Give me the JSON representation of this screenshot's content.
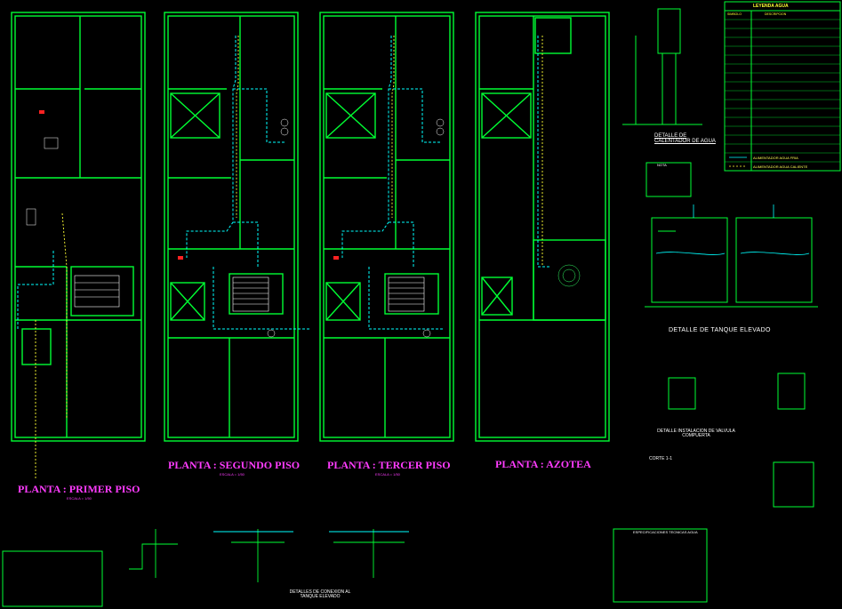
{
  "plans": [
    {
      "title": "PLANTA : PRIMER PISO",
      "scale": "ESCALA = 1/50"
    },
    {
      "title": "PLANTA : SEGUNDO PISO",
      "scale": "ESCALA = 1/50"
    },
    {
      "title": "PLANTA : TERCER PISO",
      "scale": "ESCALA = 1/50"
    },
    {
      "title": "PLANTA : AZOTEA",
      "scale": ""
    }
  ],
  "legend": {
    "title": "LEYENDA AGUA",
    "col_symbol": "SIMBOLO",
    "col_desc": "DESCRIPCION",
    "rows": [
      "",
      "",
      "",
      "",
      "",
      "",
      "",
      "",
      "",
      "",
      "",
      "",
      "",
      "",
      "",
      "",
      "",
      "ALIMENTADOR AGUA FRIA",
      "ALIMENTADOR AGUA CALIENTE"
    ]
  },
  "details": {
    "heater": "DETALLE DE CALENTADOR DE AGUA",
    "tank": "DETALLE DE TANQUE ELEVADO",
    "valve": "DETALLE INSTALACION DE VALVULA COMPUERTA",
    "cut": "CORTE 1-1",
    "connections": "DETALLES DE CONEXION AL TANQUE ELEVADO"
  },
  "notes_box_title": "NOTA",
  "specs_box_title": "ESPECIFICACIONES TECNICAS AGUA"
}
